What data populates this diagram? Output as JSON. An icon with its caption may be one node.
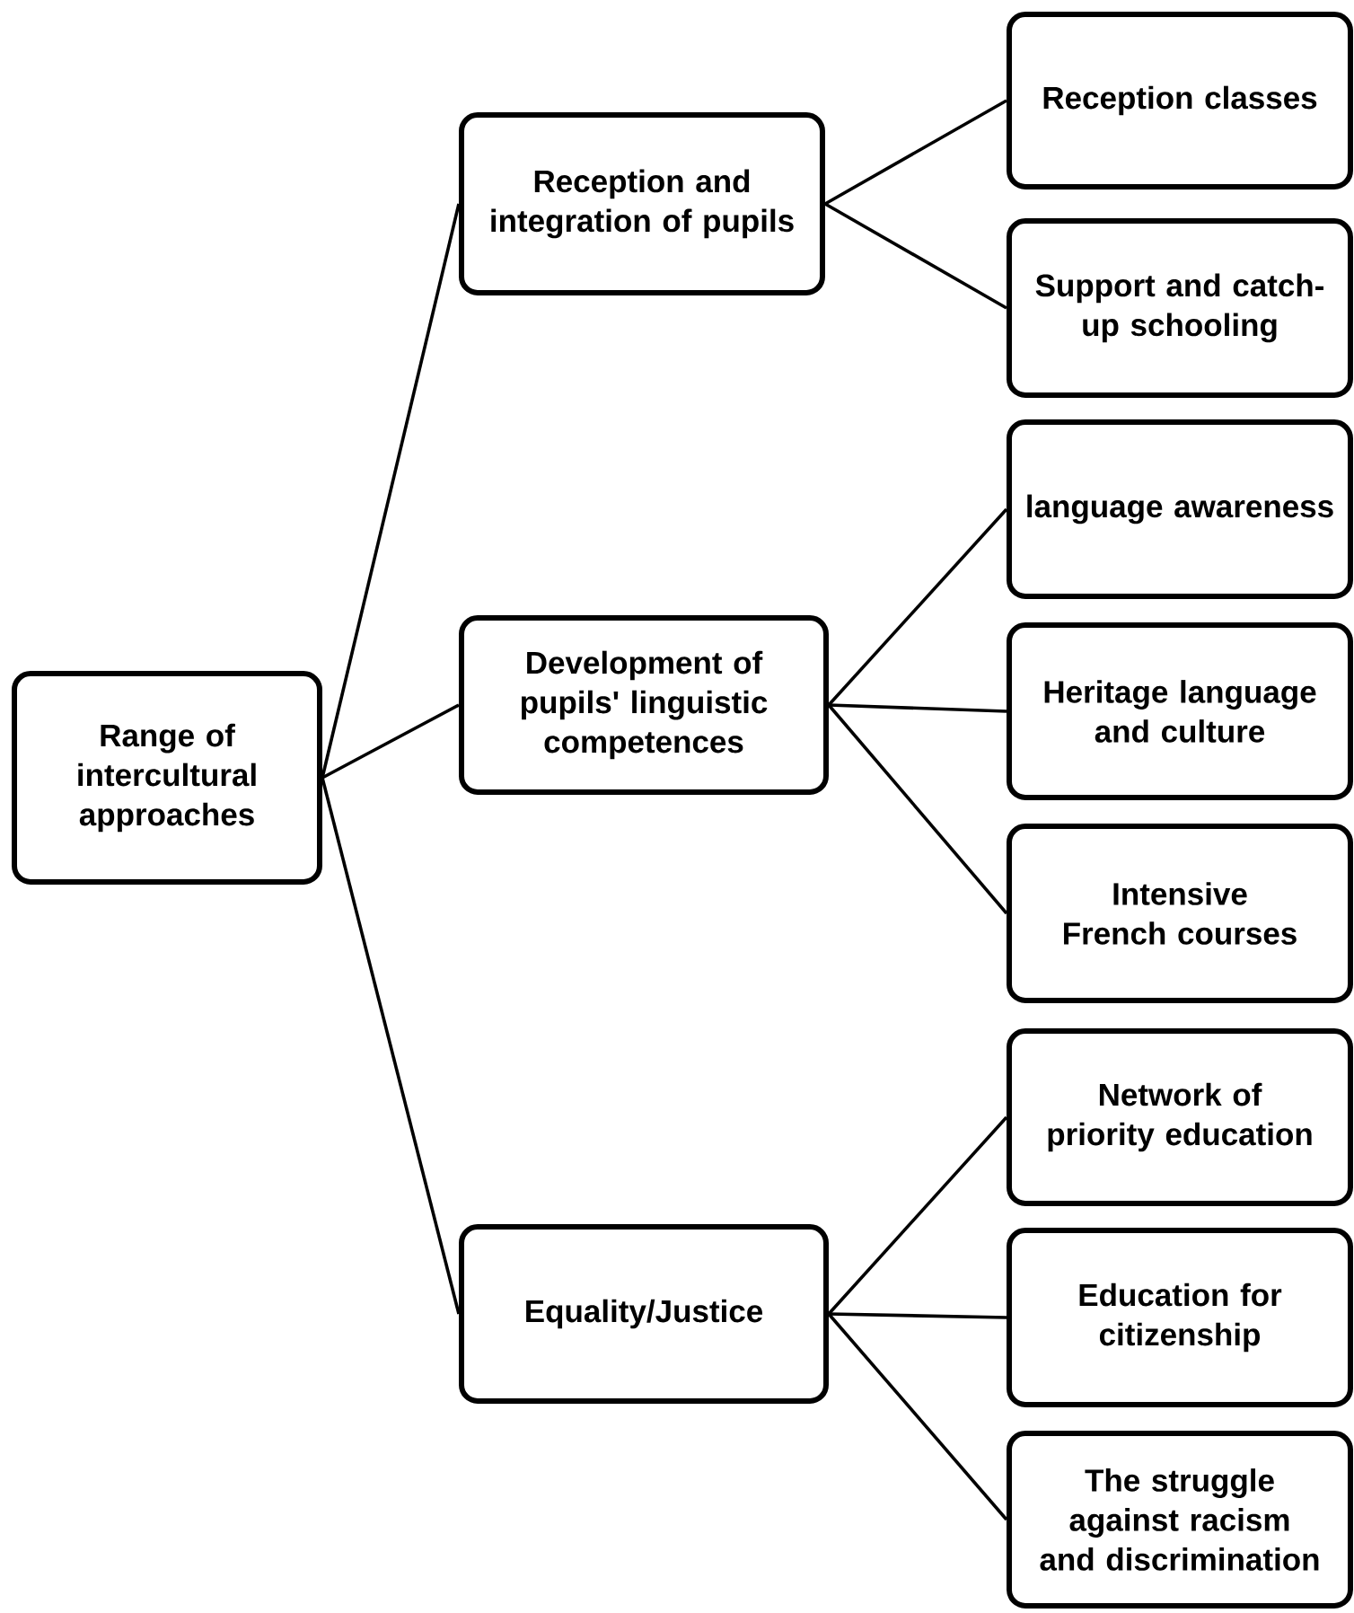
{
  "diagram": {
    "nodes": [
      {
        "text": [
          "Range of intercultural approaches"
        ]
      },
      {
        "text": [
          "Reception and integration of pupils"
        ]
      },
      {
        "text": [
          "Development of pupils' linguistic competences"
        ]
      },
      {
        "text": [
          "Equality/Justice"
        ]
      },
      {
        "text": [
          "Reception classes"
        ]
      },
      {
        "text": [
          "Support and catch-up schooling"
        ]
      },
      {
        "text": [
          "language awareness"
        ]
      },
      {
        "text": [
          "Heritage language and culture"
        ]
      },
      {
        "text": [
          "Intensive French courses"
        ]
      },
      {
        "text": [
          "Network of priority education"
        ]
      },
      {
        "text": [
          "Education for citizenship"
        ]
      },
      {
        "text": [
          "The struggle against racism and discrimination"
        ]
      }
    ],
    "edges": [
      {
        "from": 0,
        "to": 1,
        "arrow": "none"
      },
      {
        "from": 0,
        "to": 2,
        "arrow": "none"
      },
      {
        "from": 0,
        "to": 3,
        "arrow": "none"
      },
      {
        "from": 1,
        "to": 4,
        "arrow": "none"
      },
      {
        "from": 1,
        "to": 5,
        "arrow": "none"
      },
      {
        "from": 2,
        "to": 6,
        "arrow": "none"
      },
      {
        "from": 2,
        "to": 7,
        "arrow": "none"
      },
      {
        "from": 2,
        "to": 8,
        "arrow": "none"
      },
      {
        "from": 3,
        "to": 9,
        "arrow": "none"
      },
      {
        "from": 3,
        "to": 10,
        "arrow": "none"
      },
      {
        "from": 3,
        "to": 11,
        "arrow": "none"
      }
    ]
  }
}
